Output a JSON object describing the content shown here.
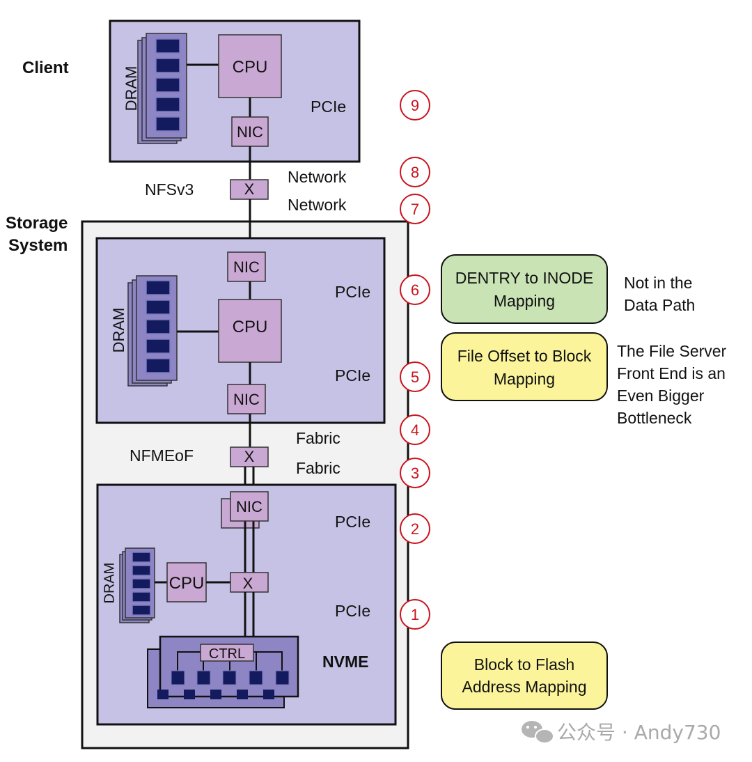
{
  "client": {
    "title": "Client",
    "dram": "DRAM",
    "cpu": "CPU",
    "nic": "NIC",
    "pcie": "PCIe"
  },
  "link_top": {
    "switch": "X",
    "protocol": "NFSv3",
    "network_a": "Network",
    "network_b": "Network"
  },
  "storage": {
    "title_line1": "Storage",
    "title_line2": "System",
    "server": {
      "nic_top": "NIC",
      "dram": "DRAM",
      "cpu": "CPU",
      "nic_bottom": "NIC",
      "pcie_a": "PCIe",
      "pcie_b": "PCIe"
    },
    "link_mid": {
      "switch": "X",
      "protocol": "NFMEoF",
      "fabric_a": "Fabric",
      "fabric_b": "Fabric"
    },
    "nvme_box": {
      "nic": "NIC",
      "pcie_a": "PCIe",
      "dram": "DRAM",
      "cpu": "CPU",
      "switch": "X",
      "pcie_b": "PCIe",
      "ctrl": "CTRL",
      "title": "NVME"
    }
  },
  "steps": [
    "9",
    "8",
    "7",
    "6",
    "5",
    "4",
    "3",
    "2",
    "1"
  ],
  "notes": {
    "dentry": {
      "line1": "DENTRY to INODE",
      "line2": "Mapping",
      "color": "#c9e3b5"
    },
    "dentry_side": {
      "line1": "Not in the",
      "line2": "Data Path"
    },
    "offset": {
      "line1": "File Offset to Block",
      "line2": "Mapping",
      "color": "#fbf49b"
    },
    "offset_side": {
      "line1": "The File Server",
      "line2": "Front End is an",
      "line3": "Even Bigger",
      "line4": "Bottleneck"
    },
    "flash": {
      "line1": "Block to Flash",
      "line2": "Address Mapping",
      "color": "#fbf49b"
    }
  },
  "watermark": {
    "icon": "wechat-icon",
    "text": "公众号 · Andy730"
  }
}
